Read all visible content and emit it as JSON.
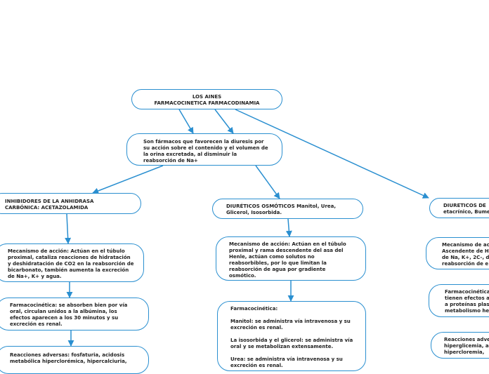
{
  "colors": {
    "line": "#2a8fd0",
    "border": "#2a8fd0",
    "text": "#222222"
  },
  "nodes": {
    "root": "LOS AINES\nFARMACOCINETICA FARMACODINAMIA",
    "definition": "Son fármacos que favorecen la diuresis por su acción sobre el contenido y el volumen de la orina excretada, al disminuir la reabsorción de Na+",
    "inhibidores": "INHIBIDORES DE LA ANHIDRASA CARBÓNICA: ACETAZOLAMIDA",
    "osmoticos": "DIURÉTICOS OSMÓTICOS Manitol, Urea, Glicerol, Isosorbida.",
    "diureticos_de": "DIURETICOS DE\netacrínico, Bume",
    "inhib_mecanismo": "Mecanismo de acción: Actúan en el túbulo proximal, cataliza reacciones de hidratación y deshidratación de CO2 en la reabsorción de bicarbonato, también aumenta la excreción de Na+, K+ y agua.",
    "inhib_farmaco": "Farmacocinética: se absorben bien por vía oral, circulan unidos a la albúmina, los efectos aparecen a los 30 minutos y su excreción es renal.",
    "inhib_reacciones": "Reacciones adversas: fosfaturia, acidosis metabólica hiperclorémica, hipercalciuria,",
    "osmo_mecanismo": "Mecanismo de acción: Actúan en el túbulo proximal y rama descendente del asa del Henle, actúan como solutos no reabsorbibles, por lo que limitan la reabsorción de agua por gradiente osmótico.",
    "osmo_farmaco": "Farmacocinética:\n\nManitol: se administra vía intravenosa y su excreción es renal.\n\nLa isosorbida y el glicerol: se administra vía oral y se metabolizan extensamente.\n\nUrea: se administra vía intravenosa y su excreción es renal.",
    "de_mecanismo": "Mecanismo de ac\nAscendente de H\nde Na, K+, 2C-, d\nreabsorción de e",
    "de_farmaco": "Farmacocinética\ntienen efectos a\na proteínas plas\nmetabolismo he",
    "de_reacciones": "Reacciones adve\nhiperglicemia, ac\nhipercloremia,"
  }
}
